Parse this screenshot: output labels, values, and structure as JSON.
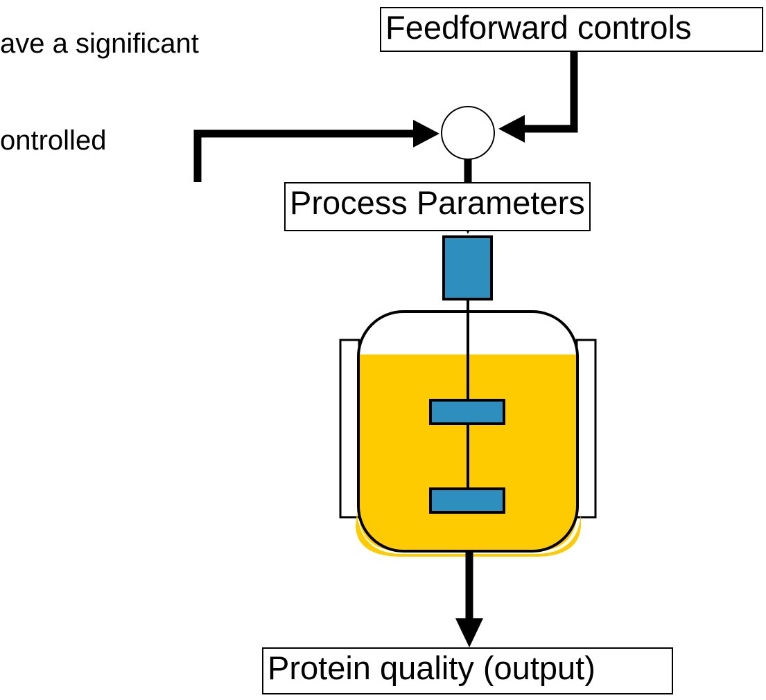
{
  "cut_text": {
    "line1": "ave a significant",
    "line2": "ontrolled"
  },
  "labels": {
    "feedforward": "Feedforward controls",
    "process": "Process Parameters",
    "output": "Protein quality (output)"
  },
  "colors": {
    "liquid": "#FDCB00",
    "impeller": "#2E8FBE",
    "stroke": "#000000",
    "background": "#FFFFFF"
  }
}
